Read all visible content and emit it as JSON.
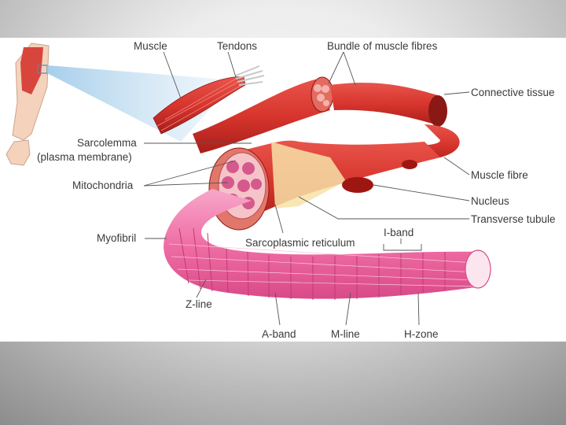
{
  "labels": {
    "muscle": "Muscle",
    "tendons": "Tendons",
    "bundle": "Bundle of muscle fibres",
    "connective_tissue": "Connective tissue",
    "sarcolemma_1": "Sarcolemma",
    "sarcolemma_2": "(plasma membrane)",
    "mitochondria": "Mitochondria",
    "muscle_fibre": "Muscle fibre",
    "nucleus": "Nucleus",
    "transverse_tubule": "Transverse tubule",
    "myofibril": "Myofibril",
    "sarcoplasmic_reticulum": "Sarcoplasmic reticulum",
    "i_band": "I-band",
    "z_line": "Z-line",
    "a_band": "A-band",
    "m_line": "M-line",
    "h_zone": "H-zone"
  },
  "colors": {
    "muscle_red": "#d7352d",
    "muscle_dark": "#a81e1a",
    "myofibril_pink": "#f06ea5",
    "myofibril_light": "#f7a8cb",
    "label_text": "#3a3a3a",
    "leader_line": "#555555"
  }
}
